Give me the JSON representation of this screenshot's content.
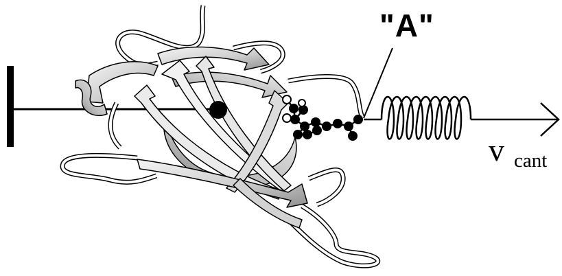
{
  "labels": {
    "pull_point": "\"A\"",
    "velocity_symbol": "v",
    "velocity_subscript": "cant"
  },
  "colors": {
    "ink": "#000000",
    "ribbon_light": "#f2f2f2",
    "ribbon_mid": "#c8c8c8",
    "ribbon_dark": "#8a8a8a",
    "background": "#ffffff"
  },
  "icons": {
    "wall": "wall-anchor-icon",
    "spring": "spring-icon",
    "arrow": "arrow-head-icon"
  }
}
